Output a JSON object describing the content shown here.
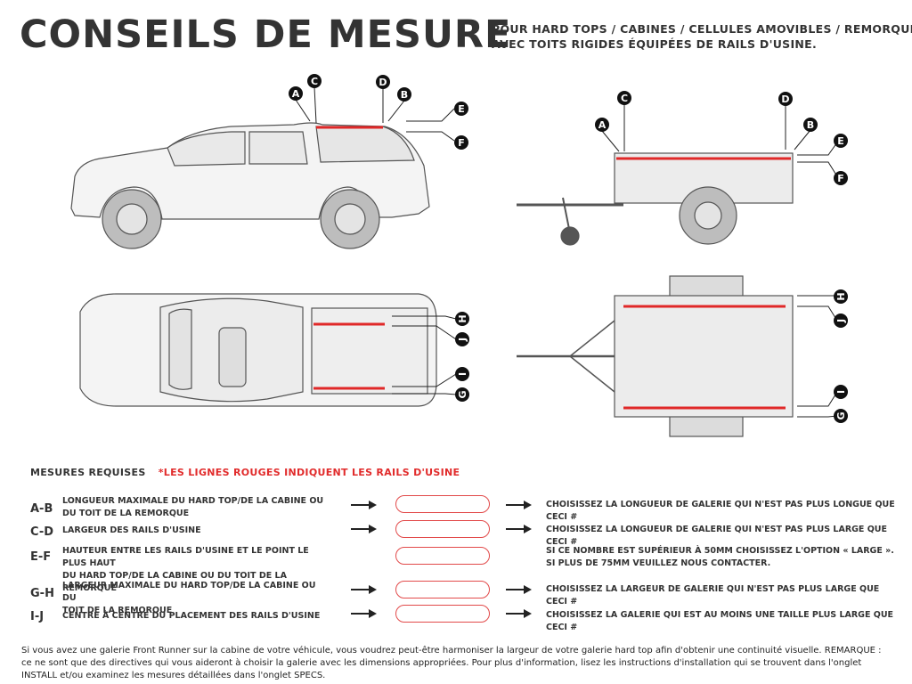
{
  "header": {
    "title": "CONSEILS DE MESURE",
    "subtitle_line1": "POUR HARD TOPS / CABINES / CELLULES AMOVIBLES / REMORQUES",
    "subtitle_line2": "AVEC TOITS RIGIDES ÉQUIPÉES DE RAILS D'USINE."
  },
  "callouts": {
    "a": "A",
    "b": "B",
    "c": "C",
    "d": "D",
    "e": "E",
    "f": "F",
    "g": "G",
    "h": "H",
    "i": "I",
    "j": "J"
  },
  "colors": {
    "rail": "#e02828",
    "box_border": "#e24a4a",
    "callout_fill": "#111111"
  },
  "measures": {
    "heading": "MESURES REQUISES",
    "note": "*LES LIGNES ROUGES INDIQUENT LES RAILS D'USINE",
    "rows": [
      {
        "code": "A-B",
        "desc_line1": "LONGUEUR MAXIMALE DU HARD TOP/DE LA CABINE OU",
        "desc_line2": "DU TOIT DE LA REMORQUE",
        "result_line1": "CHOISISSEZ LA LONGUEUR DE GALERIE QUI N'EST PAS PLUS LONGUE QUE CECI #",
        "result_line2": ""
      },
      {
        "code": "C-D",
        "desc_line1": "LARGEUR DES RAILS D'USINE",
        "desc_line2": "",
        "result_line1": "CHOISISSEZ LA LONGUEUR DE GALERIE QUI N'EST PAS PLUS LARGE QUE CECI #",
        "result_line2": ""
      },
      {
        "code": "E-F",
        "desc_line1": "HAUTEUR ENTRE LES RAILS D'USINE ET LE POINT LE PLUS HAUT",
        "desc_line2": "DU HARD TOP/DE LA CABINE OU DU TOIT DE LA REMORQUE",
        "result_line1": "SI CE NOMBRE EST SUPÉRIEUR À 50MM CHOISISSEZ L'OPTION « LARGE ».",
        "result_line2": "SI PLUS DE 75MM VEUILLEZ NOUS CONTACTER."
      },
      {
        "code": "G-H",
        "desc_line1": "LARGEUR MAXIMALE DU HARD TOP/DE LA CABINE OU DU",
        "desc_line2": "TOIT DE LA REMORQUE",
        "result_line1": "CHOISISSEZ LA LARGEUR DE GALERIE QUI N'EST PAS PLUS LARGE QUE CECI #",
        "result_line2": ""
      },
      {
        "code": "I-J",
        "desc_line1": "CENTRE À CENTRE DU PLACEMENT DES RAILS D'USINE",
        "desc_line2": "",
        "result_line1": "CHOISISSEZ LA GALERIE QUI EST AU MOINS UNE TAILLE PLUS LARGE QUE CECI #",
        "result_line2": ""
      }
    ]
  },
  "footer": {
    "text": "Si vous avez une galerie Front Runner sur la cabine de votre véhicule, vous voudrez peut-être harmoniser la largeur de votre galerie hard top afin d'obtenir une continuité visuelle. REMARQUE : ce ne sont que des directives qui vous aideront à choisir la galerie avec les dimensions appropriées. Pour plus d'information, lisez les instructions d'installation qui se trouvent dans l'onglet INSTALL et/ou examinez les mesures détaillées dans l'onglet SPECS."
  }
}
